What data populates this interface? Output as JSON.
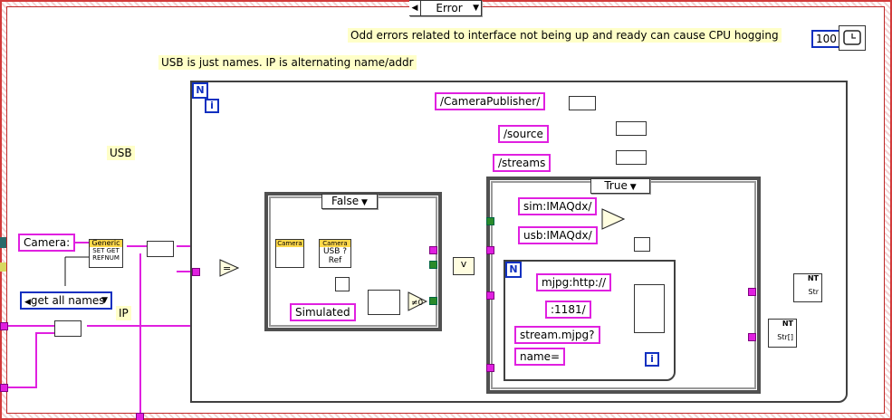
{
  "case_selector": {
    "label": "Error"
  },
  "comments": {
    "cpu_note": "Odd errors related to interface not being up and ready can cause CPU hogging",
    "usb_note": "USB is just names. IP is alternating name/addr",
    "usb_label": "USB",
    "ip_label": "IP"
  },
  "timing": {
    "ms_value": "100"
  },
  "constants": {
    "camera": "Camera:",
    "camera_publisher": "/CameraPublisher/",
    "source": "/source",
    "streams": "/streams",
    "sim_imaqdx": "sim:IMAQdx/",
    "usb_imaqdx": "usb:IMAQdx/",
    "simulated": "Simulated",
    "mjpg_http": "mjpg:http://",
    "port": ":1181/",
    "stream_mjpg": "stream.mjpg?",
    "name_eq": "name="
  },
  "property_node": {
    "title": "Generic",
    "lines": [
      "SET GET",
      "REFNUM"
    ]
  },
  "enum": {
    "value": "get all names"
  },
  "inner_case": {
    "value": "False"
  },
  "inner_case2": {
    "value": "True"
  },
  "camera_nodes": {
    "camera1": "Camera",
    "camera2": "Camera",
    "usb_ref": "USB ?",
    "ref": "Ref"
  },
  "nt": {
    "label": "NT",
    "str": "Str",
    "str_array": "Str[]"
  },
  "loops": {
    "n": "N",
    "i": "i"
  }
}
